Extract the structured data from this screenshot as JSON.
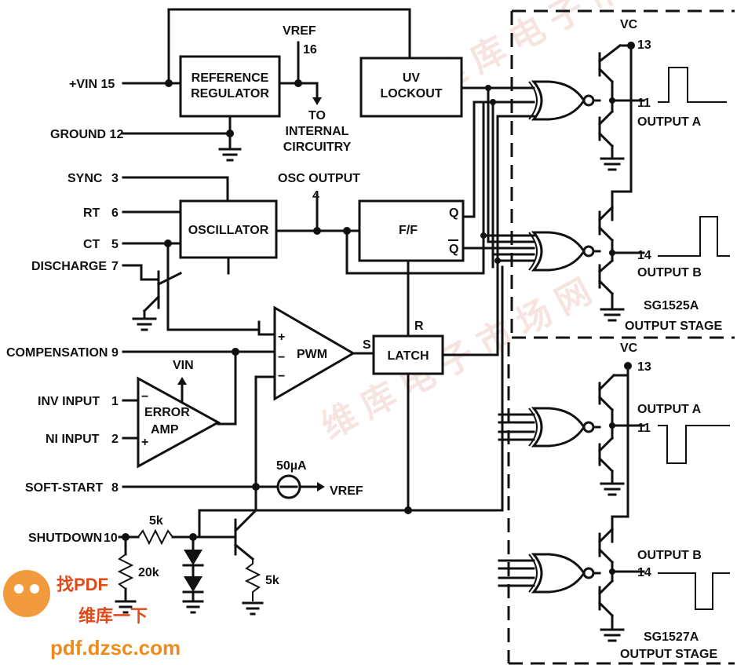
{
  "pins": {
    "vin": "+VIN 15",
    "ground": "GROUND 12",
    "sync": "SYNC",
    "sync_num": "3",
    "rt": "RT",
    "rt_num": "6",
    "ct": "CT",
    "ct_num": "5",
    "discharge": "DISCHARGE",
    "discharge_num": "7",
    "compensation": "COMPENSATION",
    "compensation_num": "9",
    "inv": "INV INPUT",
    "inv_num": "1",
    "ni": "NI INPUT",
    "ni_num": "2",
    "softstart": "SOFT-START",
    "softstart_num": "8",
    "shutdown": "SHUTDOWN",
    "shutdown_num": "10"
  },
  "blocks": {
    "ref_line1": "REFERENCE",
    "ref_line2": "REGULATOR",
    "uv_line1": "UV",
    "uv_line2": "LOCKOUT",
    "osc": "OSCILLATOR",
    "ff": "F/F",
    "pwm": "PWM",
    "latch": "LATCH",
    "err_line1": "ERROR",
    "err_line2": "AMP"
  },
  "labels": {
    "vref": "VREF",
    "vref_pin": "16",
    "internal_line1": "TO",
    "internal_line2": "INTERNAL",
    "internal_line3": "CIRCUITRY",
    "osc_output": "OSC OUTPUT",
    "osc_output_pin": "4",
    "q": "Q",
    "qbar": "Q",
    "s": "S",
    "r": "R",
    "vin": "VIN",
    "current_source": "50µA",
    "vref_out": "VREF",
    "r5k_a": "5k",
    "r20k": "20k",
    "r5k_b": "5k",
    "plus": "+",
    "minus": "−"
  },
  "stage_a": {
    "vc": "VC",
    "vc_pin": "13",
    "pin_a": "11",
    "out_a": "OUTPUT A",
    "pin_b": "14",
    "out_b": "OUTPUT B",
    "title_line1": "SG1525A",
    "title_line2": "OUTPUT STAGE"
  },
  "stage_b": {
    "vc": "VC",
    "vc_pin": "13",
    "pin_a": "11",
    "out_a": "OUTPUT A",
    "pin_b": "14",
    "out_b": "OUTPUT B",
    "title_line1": "SG1527A",
    "title_line2": "OUTPUT STAGE"
  },
  "watermark": {
    "site": "pdf.dzsc.com",
    "brand": "找PDF",
    "brand2": "维库一下"
  },
  "colors": {
    "ink": "#111111",
    "watermark": "#e8b4a8",
    "mascot": "#f08a1c"
  }
}
